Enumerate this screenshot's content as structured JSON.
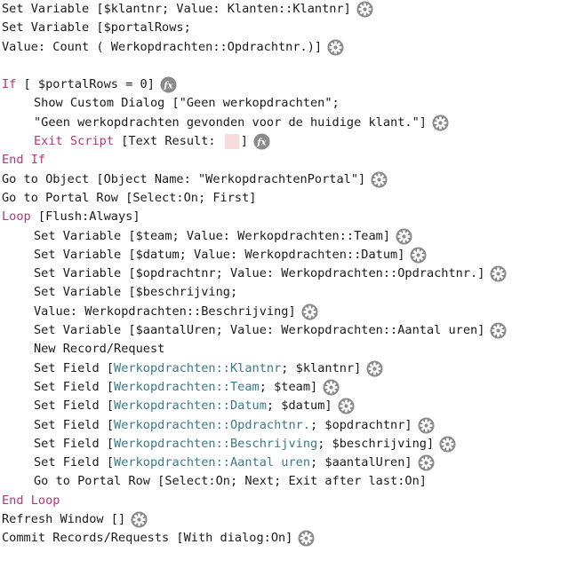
{
  "script": {
    "lines": [
      {
        "indent": 0,
        "parts": [
          {
            "t": "Set Variable [$klantnr; Value: Klanten::Klantnr]"
          }
        ],
        "icon": "gear"
      },
      {
        "indent": 0,
        "parts": [
          {
            "t": "Set Variable [$portalRows;"
          }
        ],
        "icon": ""
      },
      {
        "indent": 0,
        "parts": [
          {
            "t": "Value: Count ( Werkopdrachten::Opdrachtnr.)]"
          }
        ],
        "icon": "gear"
      },
      {
        "indent": 0,
        "parts": [],
        "icon": "",
        "blank": true
      },
      {
        "indent": 0,
        "parts": [
          {
            "t": "If",
            "c": "kw"
          },
          {
            "t": " [ $portalRows = 0]"
          }
        ],
        "icon": "fx"
      },
      {
        "indent": 1,
        "parts": [
          {
            "t": "Show Custom Dialog [\"Geen werkopdrachten\";"
          }
        ],
        "icon": ""
      },
      {
        "indent": 1,
        "parts": [
          {
            "t": "\"Geen werkopdrachten gevonden voor de huidige klant.\"]"
          }
        ],
        "icon": "gear"
      },
      {
        "indent": 1,
        "parts": [
          {
            "t": "Exit Script",
            "c": "kw"
          },
          {
            "t": " [Text Result: "
          },
          {
            "t": "",
            "c": "empty"
          },
          {
            "t": "]"
          }
        ],
        "icon": "fx"
      },
      {
        "indent": 0,
        "parts": [
          {
            "t": "End If",
            "c": "kw"
          }
        ],
        "icon": ""
      },
      {
        "indent": 0,
        "parts": [
          {
            "t": "Go to Object [Object Name: \"WerkopdrachtenPortal\"]"
          }
        ],
        "icon": "gear"
      },
      {
        "indent": 0,
        "parts": [
          {
            "t": "Go to Portal Row [Select:On; First]"
          }
        ],
        "icon": ""
      },
      {
        "indent": 0,
        "parts": [
          {
            "t": "Loop",
            "c": "kw"
          },
          {
            "t": " [Flush:Always]"
          }
        ],
        "icon": ""
      },
      {
        "indent": 1,
        "parts": [
          {
            "t": "Set Variable [$team; Value: Werkopdrachten::Team]"
          }
        ],
        "icon": "gear"
      },
      {
        "indent": 1,
        "parts": [
          {
            "t": "Set Variable [$datum; Value: Werkopdrachten::Datum]"
          }
        ],
        "icon": "gear"
      },
      {
        "indent": 1,
        "parts": [
          {
            "t": "Set Variable [$opdrachtnr; Value: Werkopdrachten::Opdrachtnr.]"
          }
        ],
        "icon": "gear"
      },
      {
        "indent": 1,
        "parts": [
          {
            "t": "Set Variable [$beschrijving;"
          }
        ],
        "icon": ""
      },
      {
        "indent": 1,
        "parts": [
          {
            "t": "Value: Werkopdrachten::Beschrijving]"
          }
        ],
        "icon": "gear"
      },
      {
        "indent": 1,
        "parts": [
          {
            "t": "Set Variable [$aantalUren; Value: Werkopdrachten::Aantal uren]"
          }
        ],
        "icon": "gear"
      },
      {
        "indent": 1,
        "parts": [
          {
            "t": "New Record/Request"
          }
        ],
        "icon": ""
      },
      {
        "indent": 1,
        "parts": [
          {
            "t": "Set Field ["
          },
          {
            "t": "Werkopdrachten::Klantnr",
            "c": "fld"
          },
          {
            "t": "; $klantnr]"
          }
        ],
        "icon": "gear"
      },
      {
        "indent": 1,
        "parts": [
          {
            "t": "Set Field ["
          },
          {
            "t": "Werkopdrachten::Team",
            "c": "fld"
          },
          {
            "t": "; $team]"
          }
        ],
        "icon": "gear"
      },
      {
        "indent": 1,
        "parts": [
          {
            "t": "Set Field ["
          },
          {
            "t": "Werkopdrachten::Datum",
            "c": "fld"
          },
          {
            "t": "; $datum]"
          }
        ],
        "icon": "gear"
      },
      {
        "indent": 1,
        "parts": [
          {
            "t": "Set Field ["
          },
          {
            "t": "Werkopdrachten::Opdrachtnr.",
            "c": "fld"
          },
          {
            "t": "; $opdrachtnr]"
          }
        ],
        "icon": "gear"
      },
      {
        "indent": 1,
        "parts": [
          {
            "t": "Set Field ["
          },
          {
            "t": "Werkopdrachten::Beschrijving",
            "c": "fld"
          },
          {
            "t": "; $beschrijving]"
          }
        ],
        "icon": "gear"
      },
      {
        "indent": 1,
        "parts": [
          {
            "t": "Set Field ["
          },
          {
            "t": "Werkopdrachten::Aantal uren",
            "c": "fld"
          },
          {
            "t": "; $aantalUren]"
          }
        ],
        "icon": "gear"
      },
      {
        "indent": 1,
        "parts": [
          {
            "t": "Go to Portal Row [Select:On; Next; Exit after last:On]"
          }
        ],
        "icon": ""
      },
      {
        "indent": 0,
        "parts": [
          {
            "t": "End Loop",
            "c": "kw"
          }
        ],
        "icon": ""
      },
      {
        "indent": 0,
        "parts": [
          {
            "t": "Refresh Window []"
          }
        ],
        "icon": "gear"
      },
      {
        "indent": 0,
        "parts": [
          {
            "t": "Commit Records/Requests [With dialog:On]"
          }
        ],
        "icon": "gear"
      }
    ]
  },
  "colors": {
    "keyword": "#b5357a",
    "field": "#3a7a8c",
    "text": "#1a1a1a",
    "icon_fill": "#8a8a8a",
    "empty_result_bg": "#f8dcdc"
  },
  "icons": {
    "gear": "gear-icon",
    "fx": "fx-icon"
  }
}
